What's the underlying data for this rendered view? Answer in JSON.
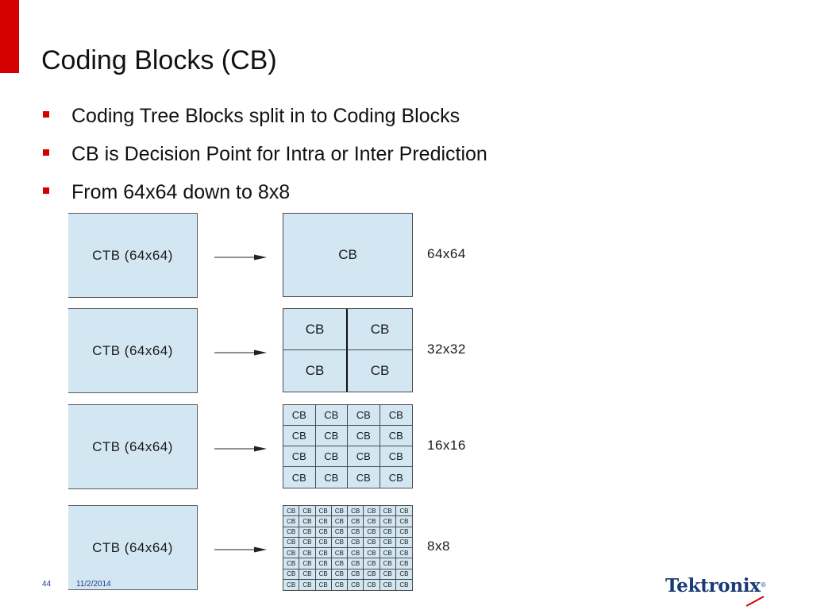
{
  "slide": {
    "title": "Coding Blocks (CB)",
    "bullets": [
      "Coding Tree Blocks split in to Coding Blocks",
      "CB is Decision Point for Intra or Inter Prediction",
      "From 64x64 down to 8x8"
    ]
  },
  "diagram": {
    "rows": [
      {
        "ctb_label": "CTB (64x64)",
        "cb_label": "CB",
        "grid_n": 1,
        "size_label": "64x64"
      },
      {
        "ctb_label": "CTB (64x64)",
        "cb_label": "CB",
        "grid_n": 2,
        "size_label": "32x32"
      },
      {
        "ctb_label": "CTB (64x64)",
        "cb_label": "CB",
        "grid_n": 4,
        "size_label": "16x16"
      },
      {
        "ctb_label": "CTB (64x64)",
        "cb_label": "CB",
        "grid_n": 8,
        "size_label": "8x8"
      }
    ]
  },
  "footer": {
    "page_number": "44",
    "date": "11/2/2014",
    "logo_text": "Tektronix",
    "logo_reg": "®"
  },
  "colors": {
    "accent": "#d40000",
    "block_fill": "#d3e7f3",
    "logo_blue": "#1b3a78"
  }
}
